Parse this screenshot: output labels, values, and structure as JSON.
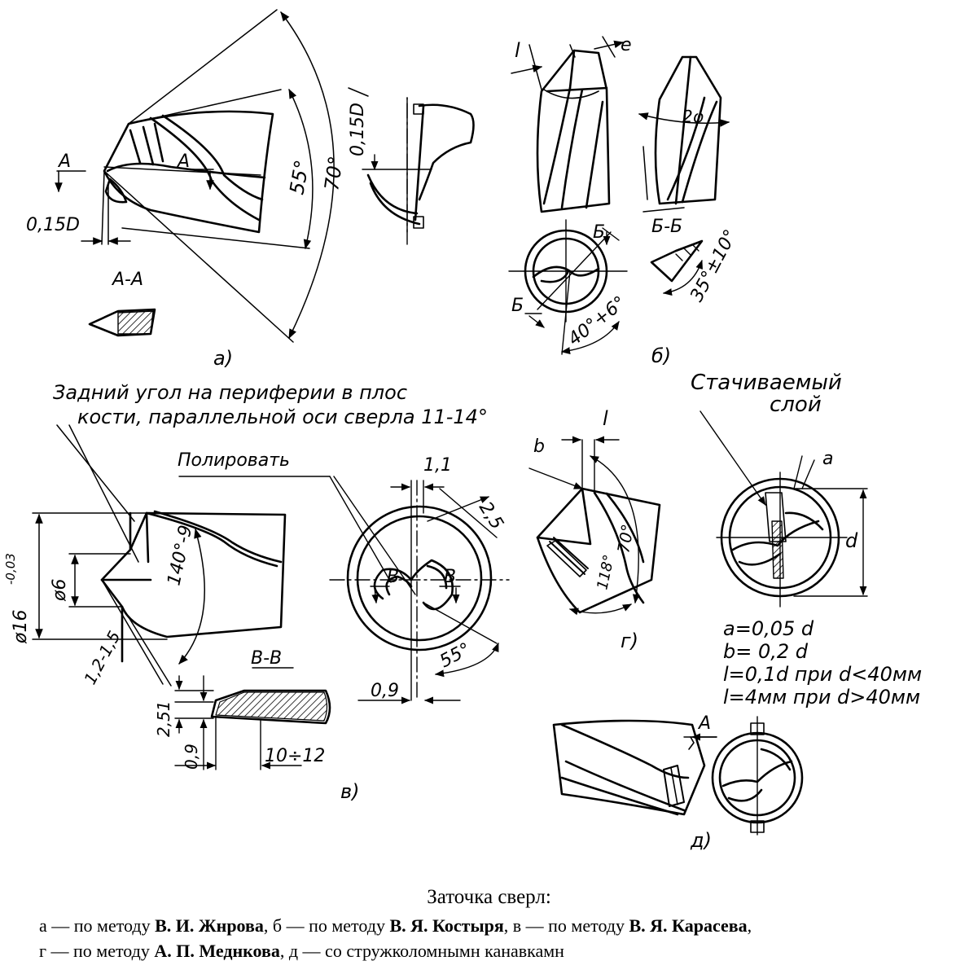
{
  "panels": {
    "a": {
      "label": "а)",
      "section_mark": "А",
      "section_title": "А-А",
      "dim_015D_left": "0,15D",
      "dim_015D_right": "0,15D",
      "angle_inner": "55°",
      "angle_outer": "70°"
    },
    "b": {
      "label": "б)",
      "dim_l": "l",
      "dim_e": "e",
      "angle_2phi": "2φ",
      "section_title": "Б-Б",
      "section_mark": "Б",
      "angle_clearance": "35°±10°",
      "angle_web": "40°+6°"
    },
    "v": {
      "label": "в)",
      "note_line1": "Задний угол на периферии в плос",
      "note_line2": "кости, параллельной оси сверла 11-14°",
      "polish": "Полировать",
      "dim_dia16": "ø16",
      "dim_dia16_tol": "-0,03",
      "dim_dia6": "ø6",
      "angle_140": "140°-9",
      "dim_12_15": "1,2-1,5",
      "section_title": "В-В",
      "section_mark": "В",
      "dim_11": "1,1",
      "dim_25": "2,5",
      "angle_55": "55°",
      "dim_09_top": "0,9",
      "dim_251": "2,51",
      "dim_09_bottom": "0,9",
      "dim_10_12": "10÷12"
    },
    "g": {
      "label": "г)",
      "dim_b": "b",
      "dim_l": "l",
      "angle_70": "70°",
      "angle_118": "118°"
    },
    "d": {
      "label": "д)",
      "removed_layer_line1": "Стачиваемый",
      "removed_layer_line2": "слой",
      "dim_a": "a",
      "dim_d": "d",
      "section_mark": "А",
      "formulas": [
        "a=0,05 d",
        "b= 0,2 d",
        "l=0,1d при d<40мм",
        "l=4мм при d>40мм"
      ]
    }
  },
  "caption": {
    "title": "Заточка сверл:",
    "line1": [
      {
        "prefix": "а — по методу ",
        "name": "В. И. Жнрова",
        "sep": ", "
      },
      {
        "prefix": "б — по методу ",
        "name": "В. Я. Костыря",
        "sep": ", "
      },
      {
        "prefix": "в — по методу ",
        "name": "В. Я. Карасева",
        "sep": ","
      }
    ],
    "line2": [
      {
        "prefix": "г — по методу ",
        "name": "А. П. Меднкова",
        "sep": ", "
      },
      {
        "prefix": "д — со стружколомнымн канавкамн",
        "name": "",
        "sep": ""
      }
    ]
  }
}
